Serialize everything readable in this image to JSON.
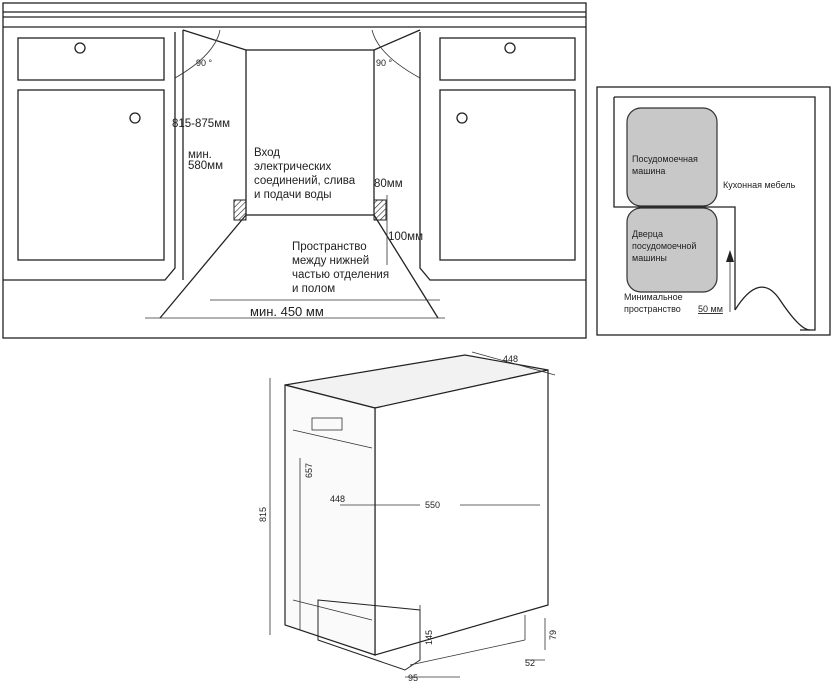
{
  "niche_diagram": {
    "angle_left": "90 °",
    "angle_right": "90 °",
    "height_range": "815-875мм",
    "min_depth": [
      "мин.",
      "580мм"
    ],
    "inlet_label": [
      "Вход",
      "электрических",
      "соединений, слива",
      "и подачи воды"
    ],
    "dim_80": "80мм",
    "dim_100": "100мм",
    "floor_space_label": [
      "Пространство",
      "между нижней",
      "частью отделения",
      "и полом"
    ],
    "min_width": "мин. 450 мм"
  },
  "clearance_diagram": {
    "dishwasher_label": [
      "Посудомоечная",
      "машина"
    ],
    "door_label": [
      "Дверца",
      "посудомоечной",
      "машины"
    ],
    "furniture_label": "Кухонная мебель",
    "min_space_label": [
      "Минимальное",
      "пространство"
    ],
    "min_space_value": "50 мм"
  },
  "appliance_dimensions": {
    "top_width": "448",
    "front_width": "448",
    "depth": "550",
    "height": "815",
    "panel_height": "657",
    "foot_height": "145",
    "plinth_height": "79",
    "foot_offset": "95",
    "plinth_depth": "52"
  }
}
